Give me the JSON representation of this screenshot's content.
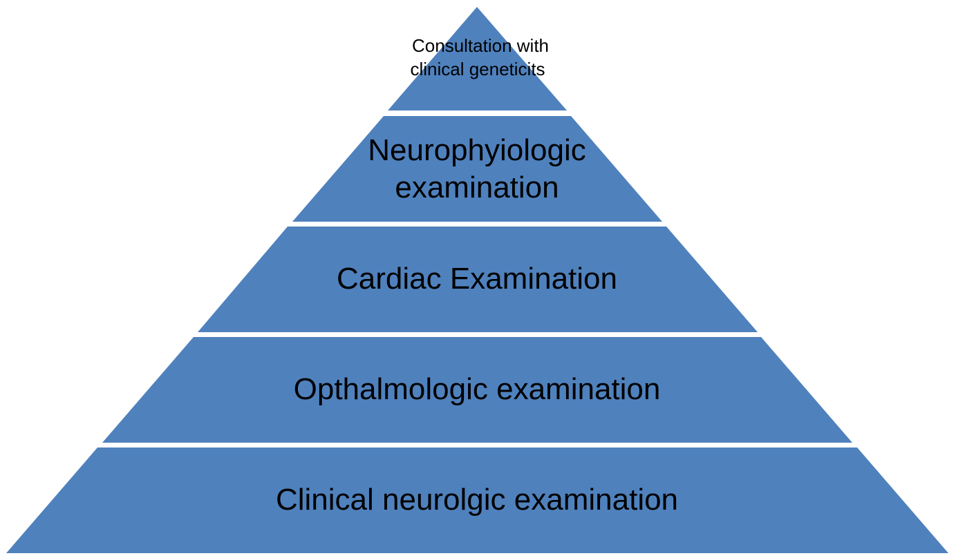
{
  "diagram": {
    "type": "pyramid",
    "fill_color": "#4F81BD",
    "separator_color": "#FFFFFF",
    "text_color": "#000000",
    "tiers": [
      {
        "lines": [
          "Consultation with",
          "clinical geneticits"
        ]
      },
      {
        "lines": [
          "Neurophyiologic",
          "examination"
        ]
      },
      {
        "lines": [
          "Cardiac Examination"
        ]
      },
      {
        "lines": [
          "Opthalmologic examination"
        ]
      },
      {
        "lines": [
          "Clinical neurolgic examination"
        ]
      }
    ]
  }
}
